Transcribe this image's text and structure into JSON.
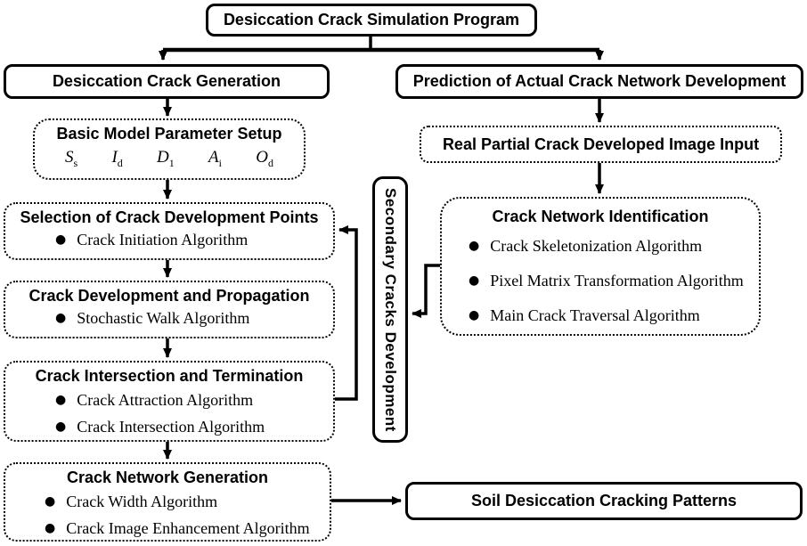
{
  "diagram": {
    "root": {
      "label": "Desiccation Crack Simulation Program"
    },
    "left_branch": {
      "header": "Desiccation Crack Generation",
      "param_setup": {
        "title": "Basic Model Parameter Setup",
        "symbols": [
          {
            "base": "S",
            "sub": "s"
          },
          {
            "base": "I",
            "sub": "d"
          },
          {
            "base": "D",
            "sub": "1"
          },
          {
            "base": "A",
            "sub": "i"
          },
          {
            "base": "O",
            "sub": "d"
          }
        ]
      },
      "steps": [
        {
          "title": "Selection of Crack Development Points",
          "bullets": [
            "Crack Initiation Algorithm"
          ]
        },
        {
          "title": "Crack Development and Propagation",
          "bullets": [
            "Stochastic Walk Algorithm"
          ]
        },
        {
          "title": "Crack Intersection and Termination",
          "bullets": [
            "Crack Attraction Algorithm",
            "Crack Intersection Algorithm"
          ]
        },
        {
          "title": "Crack Network Generation",
          "bullets": [
            "Crack Width Algorithm",
            "Crack Image Enhancement Algorithm"
          ]
        }
      ]
    },
    "right_branch": {
      "header": "Prediction of Actual Crack Network Development",
      "image_input": {
        "label": "Real Partial Crack Developed Image Input"
      },
      "identification": {
        "title": "Crack Network Identification",
        "bullets": [
          "Crack Skeletonization Algorithm",
          "Pixel Matrix Transformation Algorithm",
          "Main Crack Traversal Algorithm"
        ]
      }
    },
    "middle": {
      "label": "Secondary Cracks Development"
    },
    "output": {
      "label": "Soil Desiccation Cracking Patterns"
    },
    "bullet_glyph": "●",
    "colors": {
      "ink": "#000000",
      "background": "#ffffff"
    }
  }
}
